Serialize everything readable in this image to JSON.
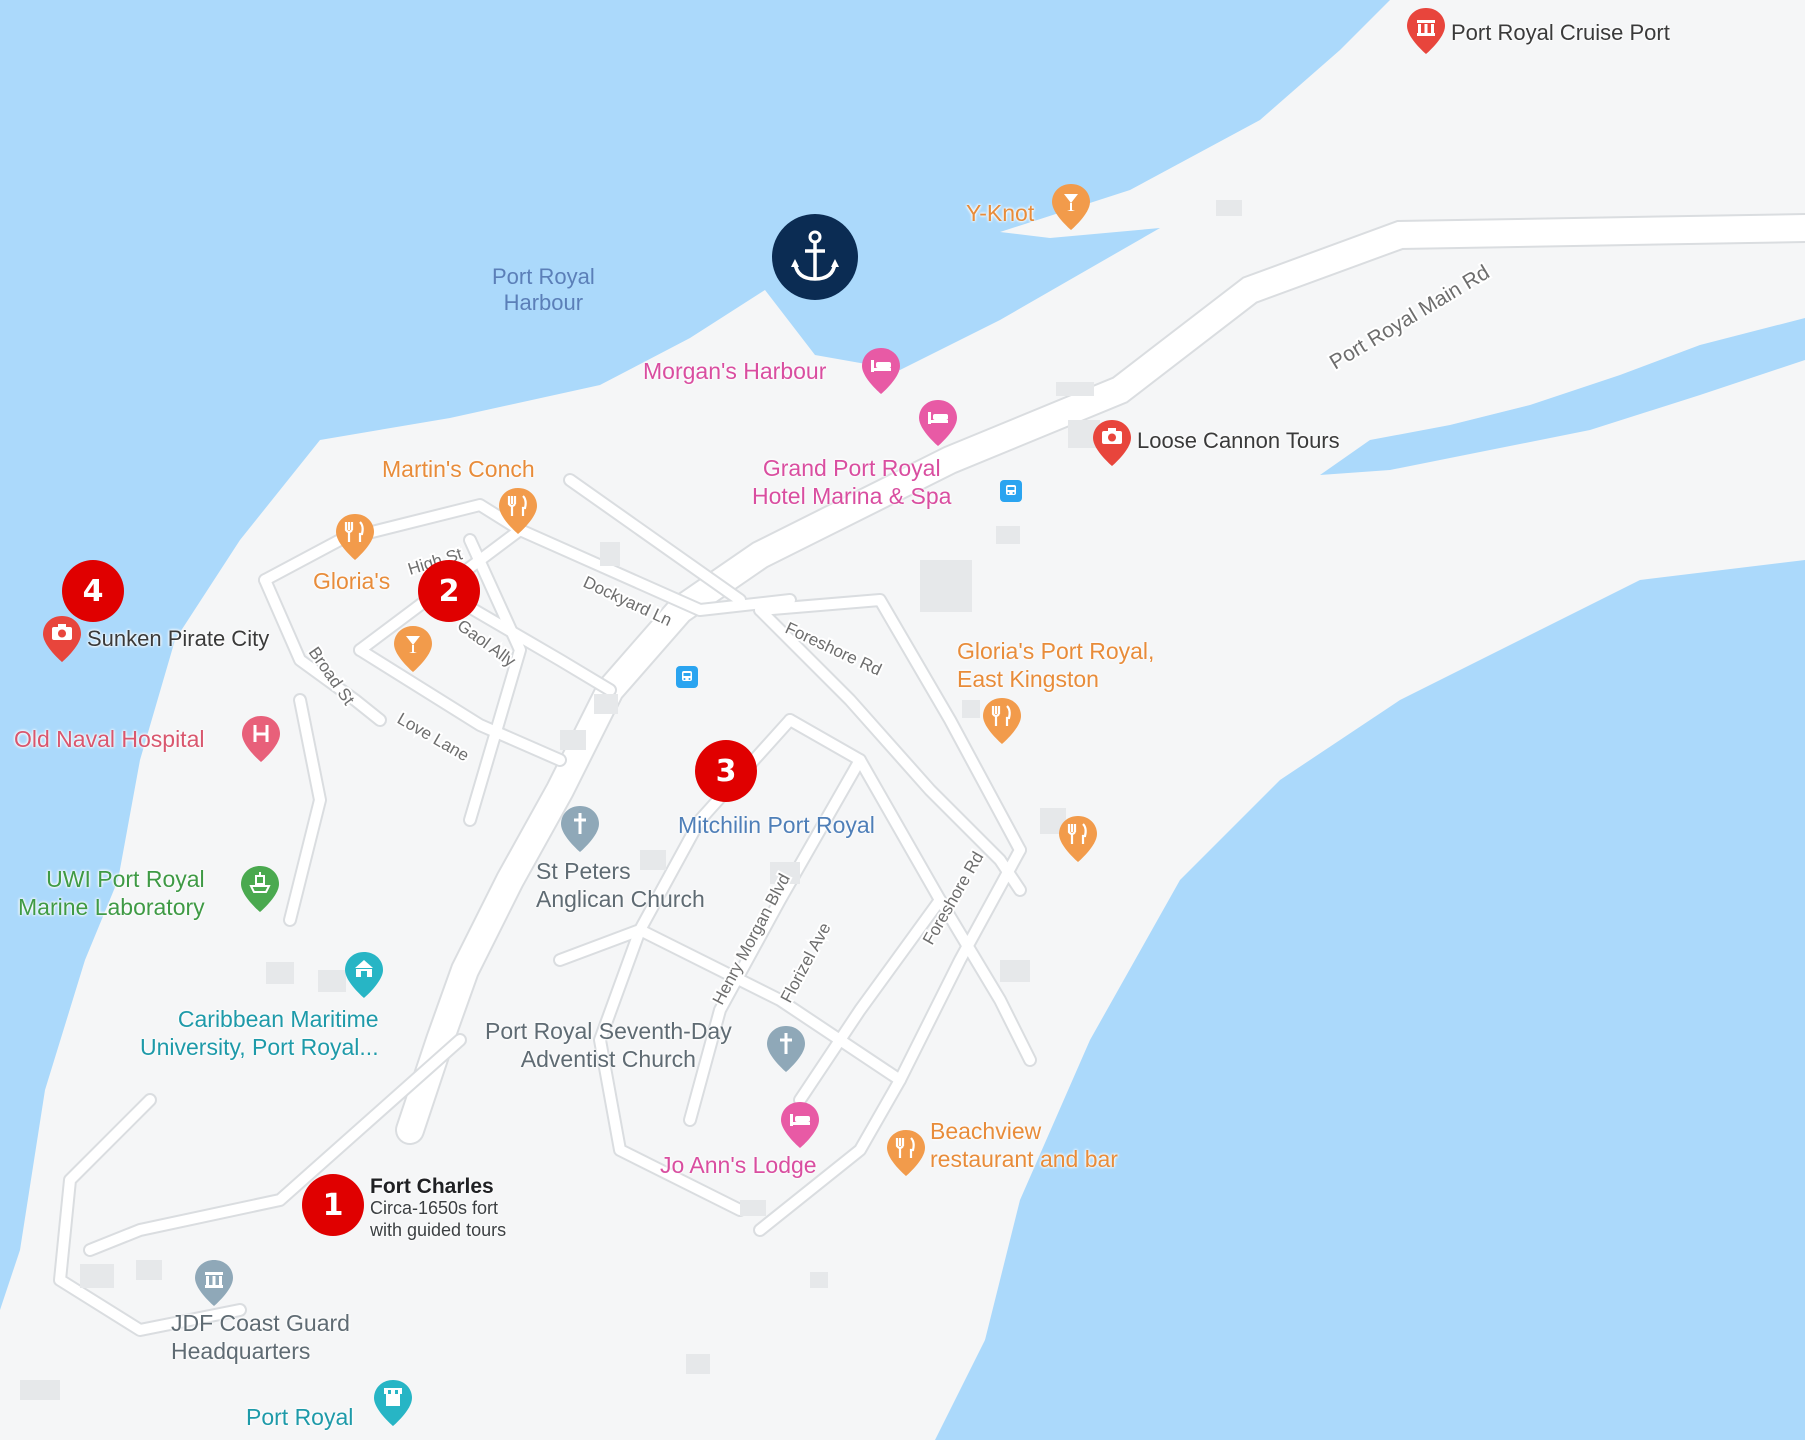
{
  "map": {
    "water_label": [
      "Port Royal",
      "Harbour"
    ],
    "streets": {
      "main_rd": "Port Royal Main Rd",
      "high_st": "High St",
      "dockyard_ln": "Dockyard Ln",
      "gaol_ally": "Gaol Ally",
      "broad_st": "Broad St",
      "love_lane": "Love Lane",
      "foreshore_rd_1": "Foreshore Rd",
      "foreshore_rd_2": "Foreshore Rd",
      "henry_morgan_blvd": "Henry Morgan Blvd",
      "florizel_ave": "Florizel Ave"
    },
    "places": {
      "cruise_port": "Port Royal Cruise Port",
      "y_knot": "Y-Knot",
      "morgans_harbour": "Morgan's Harbour",
      "grand_port_royal": [
        "Grand Port Royal",
        "Hotel Marina & Spa"
      ],
      "loose_cannon": "Loose Cannon Tours",
      "martins_conch": "Martin's Conch",
      "glorias": "Gloria's",
      "glorias_port_royal": [
        "Gloria's Port Royal,",
        "East Kingston"
      ],
      "sunken_pirate_city": "Sunken Pirate City",
      "old_naval_hospital": "Old Naval Hospital",
      "mitchilin": "Mitchilin Port Royal",
      "st_peters": [
        "St Peters",
        "Anglican Church"
      ],
      "uwi_lab": [
        "UWI Port Royal",
        "Marine Laboratory"
      ],
      "caribbean_maritime": [
        "Caribbean Maritime",
        "University, Port Royal..."
      ],
      "seventh_day": [
        "Port Royal Seventh-Day",
        "Adventist Church"
      ],
      "jo_anns": "Jo Ann's Lodge",
      "beachview": [
        "Beachview",
        "restaurant and bar"
      ],
      "fort_charles": "Fort Charles",
      "fort_charles_desc": [
        "Circa-1650s fort",
        "with guided tours"
      ],
      "jdf": [
        "JDF Coast Guard",
        "Headquarters"
      ],
      "port_royal": "Port Royal"
    },
    "badges": [
      "1",
      "2",
      "3",
      "4"
    ]
  },
  "colors": {
    "water": "#abd9fb",
    "land": "#f5f6f7",
    "road": "#ffffff",
    "attraction_red": "#e8453c",
    "food_orange": "#f29b4b",
    "hotel_pink": "#e85aa5",
    "religion_gray": "#8fa8b8",
    "education_green": "#4aa94f",
    "teal": "#27b5c5",
    "badge_red": "#e00000",
    "anchor_navy": "#0b2c53"
  }
}
